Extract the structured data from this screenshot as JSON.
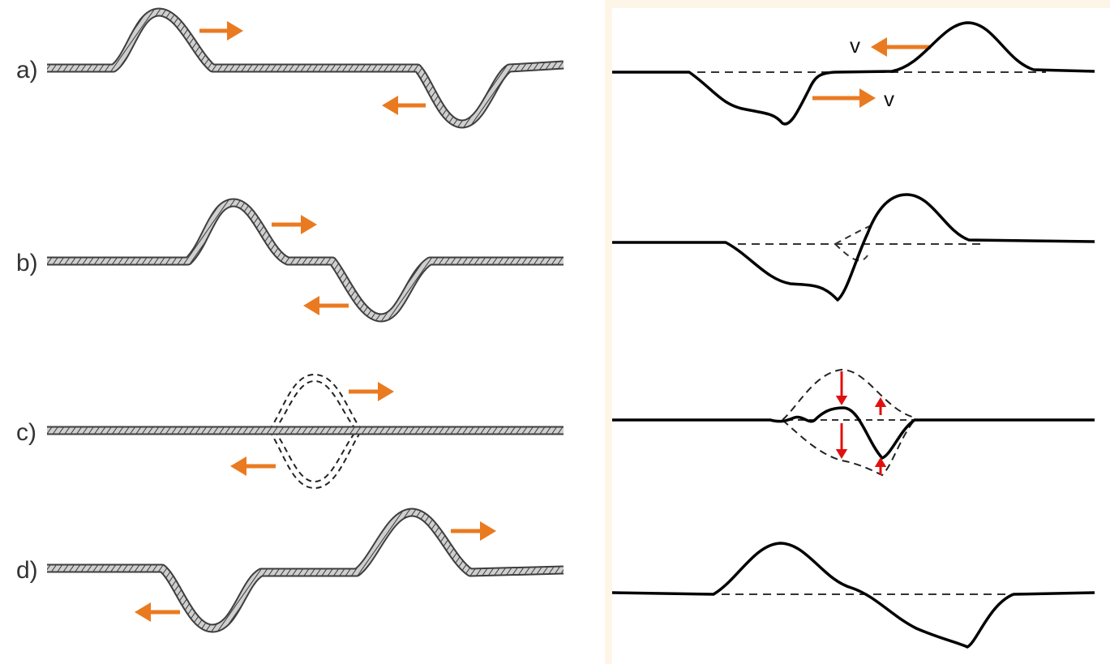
{
  "colors": {
    "background": "#fdf6e8",
    "panel": "#ffffff",
    "arrow": "#ea7a20",
    "force_arrow": "#e01010",
    "string": "#444444",
    "ink": "#111111"
  },
  "left_panel": {
    "rows": [
      {
        "label": "a)"
      },
      {
        "label": "b)"
      },
      {
        "label": "c)"
      },
      {
        "label": "d)"
      }
    ]
  },
  "right_panel": {
    "velocity_label_left": "v",
    "velocity_label_right": "v"
  }
}
